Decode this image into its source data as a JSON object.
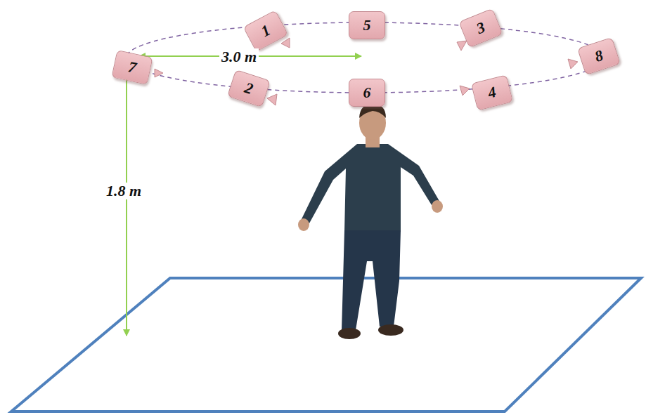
{
  "diagram": {
    "nodes": [
      {
        "text": [
          "5"
        ]
      },
      {
        "text": [
          "1"
        ]
      },
      {
        "text": [
          "3"
        ]
      },
      {
        "text": [
          "7"
        ]
      },
      {
        "text": [
          "8"
        ]
      },
      {
        "text": [
          "2"
        ]
      },
      {
        "text": [
          "6"
        ]
      },
      {
        "text": [
          "4"
        ]
      }
    ],
    "labels": [
      "3.0 m",
      "1.8 m"
    ]
  }
}
